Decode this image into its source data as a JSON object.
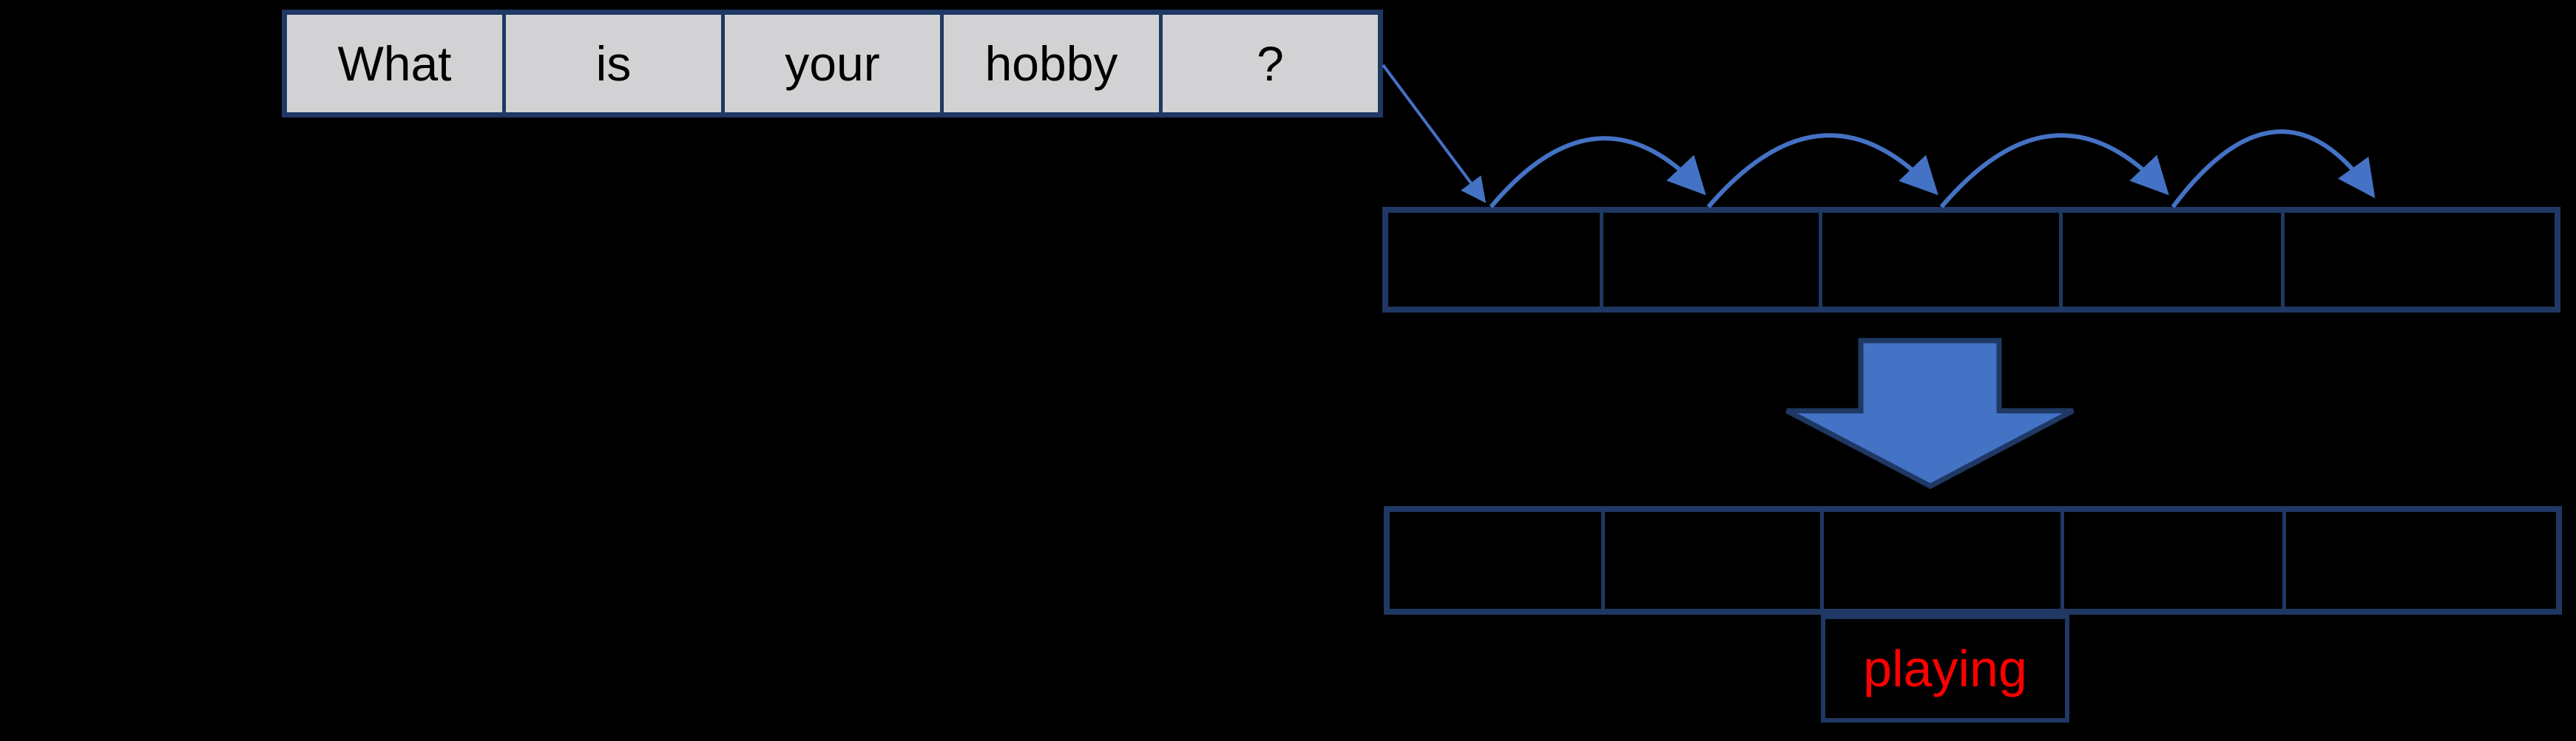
{
  "diagram": {
    "background_color": "#000000",
    "accent_blue": "#4472c4",
    "border_navy": "#1f3864",
    "word_cell_fill": "#d2d2d4",
    "word_text_color": "#000000",
    "prediction_text_color": "#ff0000"
  },
  "sentence": {
    "words": [
      "What",
      "is",
      "your",
      "hobby",
      "?"
    ]
  },
  "hidden_rows": {
    "top_cell_count": 5,
    "bottom_cell_count": 5
  },
  "prediction": {
    "label": "playing"
  },
  "icons": {
    "input_arrow": "arrow-diagonal-down",
    "hop_arc": "curved-hop-arrow",
    "big_arrow": "block-down-arrow"
  }
}
